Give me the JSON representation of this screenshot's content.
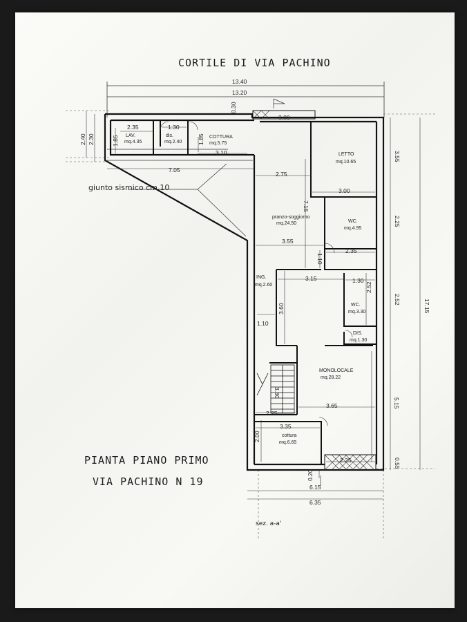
{
  "header": {
    "title": "CORTILE DI VIA PACHINO"
  },
  "footer": {
    "line1": "PIANTA PIANO PRIMO",
    "line2": "VIA PACHINO N 19"
  },
  "annotations": {
    "seismic_joint": "giunto sismico cm.10",
    "section": "sez. a-a'"
  },
  "rooms": {
    "lav": {
      "name": "LAV.",
      "area": "mq.4.35"
    },
    "dis1": {
      "name": "dis.",
      "area": "mq.2.40"
    },
    "cottura1": {
      "name": "COTTURA",
      "area": "mq.5.75"
    },
    "letto": {
      "name": "LETTO",
      "area": "mq.10.65"
    },
    "pranzo": {
      "name": "pranzo-soggiorno",
      "area": "mq.24.50"
    },
    "wc1": {
      "name": "WC.",
      "area": "mq.4.95"
    },
    "ing": {
      "name": "ING.",
      "area": "mq.2.60"
    },
    "wc2": {
      "name": "WC.",
      "area": "mq.3.30"
    },
    "dis2": {
      "name": "DIS.",
      "area": "mq.1.30"
    },
    "monolocale": {
      "name": "MONOLOCALE",
      "area": "mq.28.22"
    },
    "cottura2": {
      "name": "cottura",
      "area": "mq.6.65"
    }
  },
  "dimensions": {
    "top_total": "13.40",
    "top_inner": "13.20",
    "d_240": "2.40",
    "d_230": "2.30",
    "d_185a": "1.85",
    "d_235a": "2.35",
    "d_130a": "1.30",
    "d_185b": "1.85",
    "d_030": "0.30",
    "d_300a": "3.00",
    "d_310": "3.10",
    "d_705": "7.05",
    "d_275": "2.75",
    "d_715": "7.15",
    "d_300b": "3.00",
    "d_355a": "3.55",
    "d_225a": "2.25",
    "d_355b": "3.55",
    "d_235b": "2.35",
    "d_110a": "1.10",
    "d_315": "3.15",
    "d_130b": "1.30",
    "d_252a": "2.52",
    "d_252b": "2.52",
    "d_1715": "17.15",
    "d_360": "3.60",
    "d_110b": "1.10",
    "d_330": "3.30",
    "d_515": "5.15",
    "d_365": "3.65",
    "d_225b": "2.25",
    "d_335": "3.35",
    "d_200": "2.00",
    "d_225c": "2.25",
    "d_055": "0.55",
    "d_020": "0.20",
    "d_615": "6.15",
    "d_635": "6.35"
  }
}
